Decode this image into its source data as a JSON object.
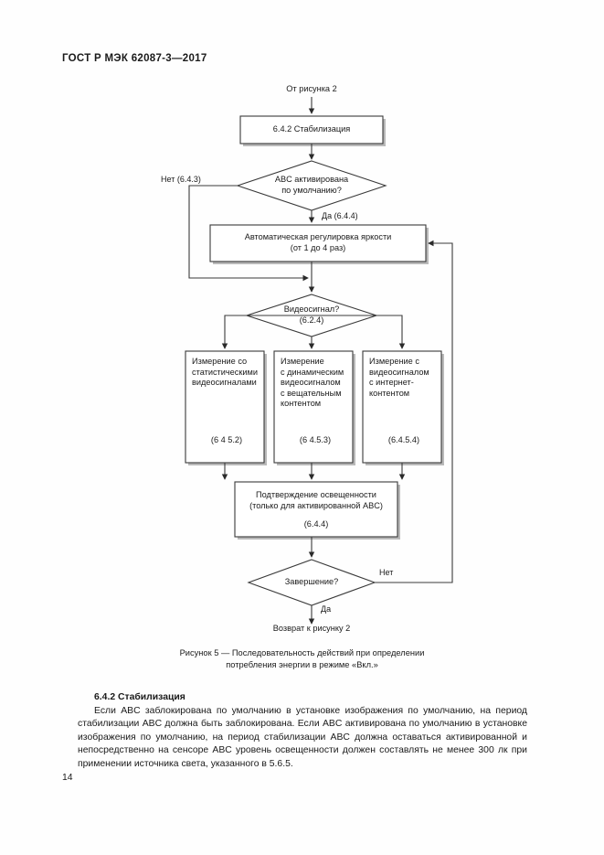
{
  "document": {
    "header": "ГОСТ Р МЭК 62087-3—2017",
    "page_number": "14"
  },
  "figure": {
    "caption_line1": "Рисунок 5 — Последовательность действий при определении",
    "caption_line2": "потребления энергии в режиме «Вкл.»",
    "entry_label": "От рисунка 2",
    "exit_label": "Возврат к рисунку 2",
    "nodes": {
      "stabilization": {
        "line1": "6.4.2 Стабилизация"
      },
      "abc_decision": {
        "line1": "ABC активирована",
        "line2": "по умолчанию?"
      },
      "auto_brightness": {
        "line1": "Автоматическая регулировка яркости",
        "line2": "(от 1 до 4 раз)"
      },
      "video_decision": {
        "line1": "Видеосигнал?",
        "line2": "(6.2.4)"
      },
      "measure_static": {
        "line1": "Измерение со",
        "line2": "статистическими",
        "line3": "видеосигналами",
        "code": "(6 4 5.2)"
      },
      "measure_dynamic": {
        "line1": "Измерение",
        "line2": "с динамическим",
        "line3": "видеосигналом",
        "line4": "с вещательным",
        "line5": "контентом",
        "code": "(6 4.5.3)"
      },
      "measure_internet": {
        "line1": "Измерение с",
        "line2": "видеосигналом",
        "line3": "с интернет-",
        "line4": "контентом",
        "code": "(6.4.5.4)"
      },
      "illuminance_confirm": {
        "line1": "Подтверждение освещенности",
        "line2": "(только для активированной ABC)",
        "code": "(6.4.4)"
      },
      "completion_decision": {
        "line1": "Завершение?"
      }
    },
    "edge_labels": {
      "abc_no": "Нет (6.4.3)",
      "abc_yes": "Да (6.4.4)",
      "completion_no": "Нет",
      "completion_yes": "Да"
    }
  },
  "section": {
    "heading": "6.4.2 Стабилизация",
    "paragraph": "Если ABC заблокирована по умолчанию в установке изображения по умолчанию, на период стабилизации ABC должна быть заблокирована. Если ABC активирована по умолчанию в установке изображения по умолчанию, на период стабилизации ABC должна оставаться активированной и непосредственно на сенсоре ABC уровень освещенности должен составлять не менее 300 лк при применении источника света, указанного в 5.6.5."
  },
  "colors": {
    "ink": "#1a1a1a",
    "stroke": "#3a3a3a",
    "shadow": "#b9b9b9",
    "paper": "#fefefe"
  }
}
